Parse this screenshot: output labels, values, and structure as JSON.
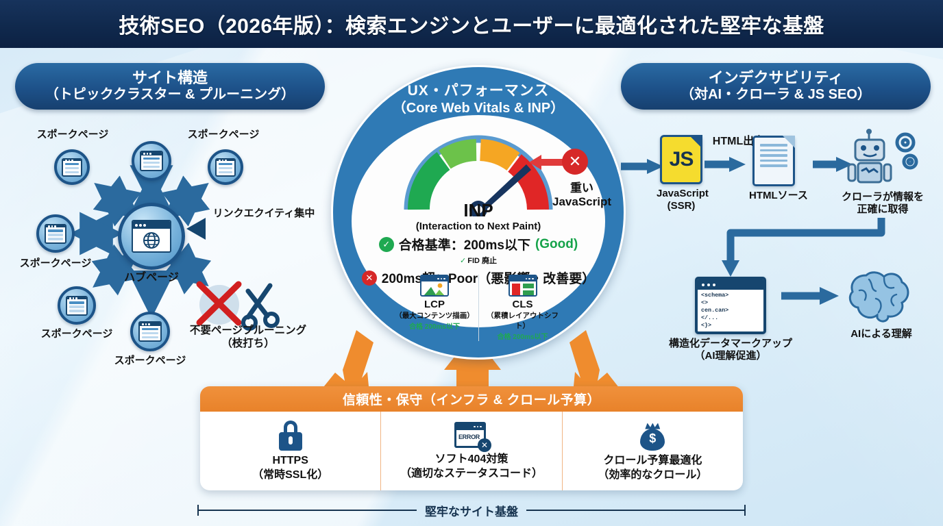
{
  "title": "技術SEO（2026年版）：検索エンジンとユーザーに最適化された堅牢な基盤",
  "sections": {
    "left": {
      "line1": "サイト構造",
      "line2": "（トピッククラスター & プルーニング）"
    },
    "center": {
      "line1": "UX・パフォーマンス",
      "line2": "（Core Web Vitals & INP）"
    },
    "right": {
      "line1": "インデクサビリティ",
      "line2": "（対AI・クローラ & JS SEO）"
    }
  },
  "site_structure": {
    "hub_label": "ハブページ",
    "spoke_label": "スポークページ",
    "spokes": [
      {
        "label": "スポークページ"
      },
      {
        "label": "スポークページ"
      },
      {
        "label": "スポークページ"
      },
      {
        "label": "スポークページ"
      },
      {
        "label": "スポークページ"
      },
      {
        "label": "スポークページ"
      }
    ],
    "link_equity_label": "リンクエクイティ集中",
    "pruning_line1": "不要ページプルーニング",
    "pruning_line2": "（枝打ち）"
  },
  "performance": {
    "gauge": {
      "needle_zone": "red",
      "zones": [
        {
          "name": "good",
          "color": "#1fa951"
        },
        {
          "name": "needs-improvement",
          "color": "#6cc24a"
        },
        {
          "name": "warning",
          "color": "#f5a623"
        },
        {
          "name": "poor",
          "color": "#e02626"
        }
      ]
    },
    "metric_name": "INP",
    "metric_full": "(Interaction to Next Paint)",
    "pass_text": "合格基準：200ms以下",
    "pass_tag": "(Good)",
    "fid_note": "FID 廃止",
    "fail_text": "200ms超：Poor（悪影響・改善要）",
    "heavy_js_line1": "重い",
    "heavy_js_line2": "JavaScript",
    "sub_metrics": [
      {
        "code": "LCP",
        "name": "（最大コンテンツ描画）",
        "threshold": "合格 200ms以下",
        "icon": "image-window-icon"
      },
      {
        "code": "CLS",
        "name": "（累積レイアウトシフト）",
        "threshold": "合格 200ms以下",
        "icon": "layout-shift-window-icon"
      }
    ]
  },
  "indexability": {
    "flow": [
      {
        "id": "js",
        "cap1": "JavaScript",
        "cap2": "(SSR)",
        "icon": "js-file-icon"
      },
      {
        "id": "html",
        "cap1": "HTMLソース",
        "cap2": "",
        "icon": "document-icon"
      },
      {
        "id": "crawler",
        "cap1": "クローラが情報を",
        "cap2": "正確に取得",
        "icon": "robot-icon"
      }
    ],
    "arrow_label": "HTML出力",
    "schema": {
      "cap1": "構造化データマークアップ",
      "cap2": "（AI理解促進）",
      "code_lines": [
        "<schema>",
        "<>",
        "  cen.can>",
        "</...",
        "<}>"
      ]
    },
    "ai": {
      "cap1": "AIによる理解",
      "icon": "brain-icon"
    }
  },
  "reliability": {
    "header": "信頼性・保守（インフラ & クロール予算）",
    "items": [
      {
        "icon": "lock-icon",
        "line1": "HTTPS",
        "line2": "（常時SSL化）"
      },
      {
        "icon": "error-404-icon",
        "line1": "ソフト404対策",
        "line2": "（適切なステータスコード）"
      },
      {
        "icon": "money-bag-icon",
        "line1": "クロール予算最適化",
        "line2": "（効率的なクロール）"
      }
    ]
  },
  "footer": {
    "caption": "堅牢なサイト基盤"
  },
  "colors": {
    "title_bar": "#10294d",
    "pill": "#1d5189",
    "circle_ring": "#2f7ab5",
    "accent_orange": "#e8822a",
    "good_green": "#1fa951",
    "poor_red": "#d62828",
    "background": "#dceefa"
  }
}
